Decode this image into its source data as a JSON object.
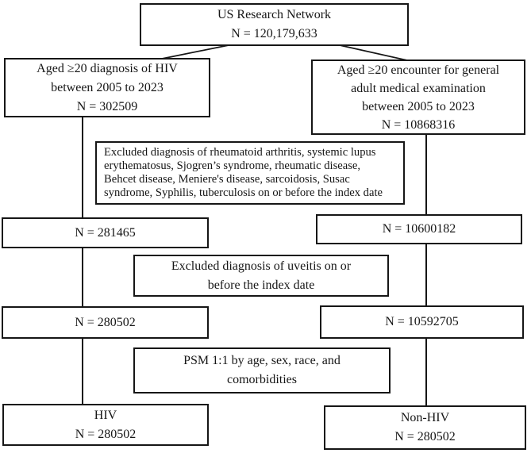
{
  "diagram": {
    "description": "Patient selection flowchart with propensity score matching",
    "colors": {
      "border": "#161616",
      "text": "#161616",
      "background": "#ffffff"
    },
    "boxes": {
      "network": {
        "lines": [
          "US Research Network",
          "N = 120,179,633"
        ]
      },
      "hiv_cohort": {
        "lines": [
          "Aged ≥20 diagnosis of HIV",
          "between 2005 to 2023",
          "N = 302509"
        ]
      },
      "exam_cohort": {
        "lines": [
          "Aged ≥20 encounter for general",
          "adult medical examination",
          "between 2005 to 2023",
          "N = 10868316"
        ]
      },
      "excluded_autoimmune": {
        "lines": [
          "Excluded diagnosis of rheumatoid arthritis, systemic lupus",
          "erythematosus, Sjogren’s syndrome, rheumatic disease,",
          "Behcet disease, Meniere's disease, sarcoidosis, Susac",
          "syndrome, Syphilis, tuberculosis on or before the index date"
        ]
      },
      "n_after_autoimmune_hiv": {
        "lines": [
          "N = 281465"
        ]
      },
      "n_after_autoimmune_exam": {
        "lines": [
          "N = 10600182"
        ]
      },
      "excluded_uveitis": {
        "lines": [
          "Excluded diagnosis of uveitis on or",
          "before the index date"
        ]
      },
      "n_after_uveitis_hiv": {
        "lines": [
          "N = 280502"
        ]
      },
      "n_after_uveitis_exam": {
        "lines": [
          "N = 10592705"
        ]
      },
      "psm": {
        "lines": [
          "PSM 1:1 by age, sex, race, and",
          "comorbidities"
        ]
      },
      "hiv_final": {
        "lines": [
          "HIV",
          "N = 280502"
        ]
      },
      "non_hiv_final": {
        "lines": [
          "Non-HIV",
          "N = 280502"
        ]
      }
    }
  }
}
